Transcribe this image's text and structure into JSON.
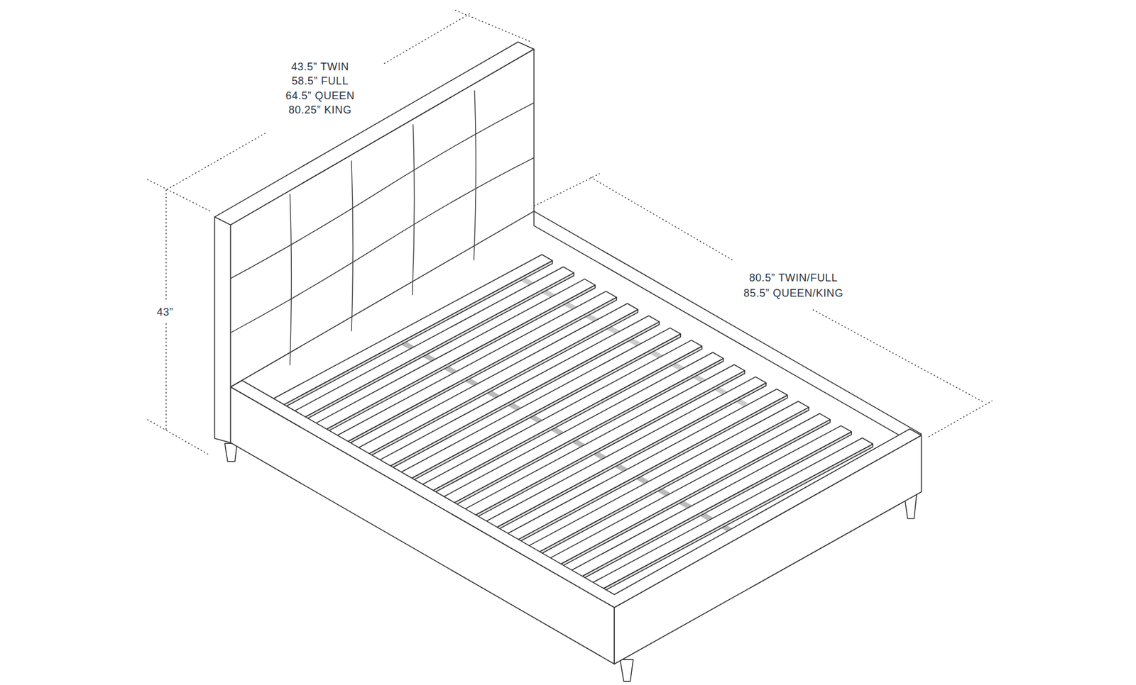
{
  "diagram": {
    "labels": [
      "43.5” TWIN",
      "58.5” FULL",
      "64.5” QUEEN",
      "80.25” KING",
      "43”",
      "80.5” TWIN/FULL",
      "85.5” QUEEN/KING"
    ]
  }
}
